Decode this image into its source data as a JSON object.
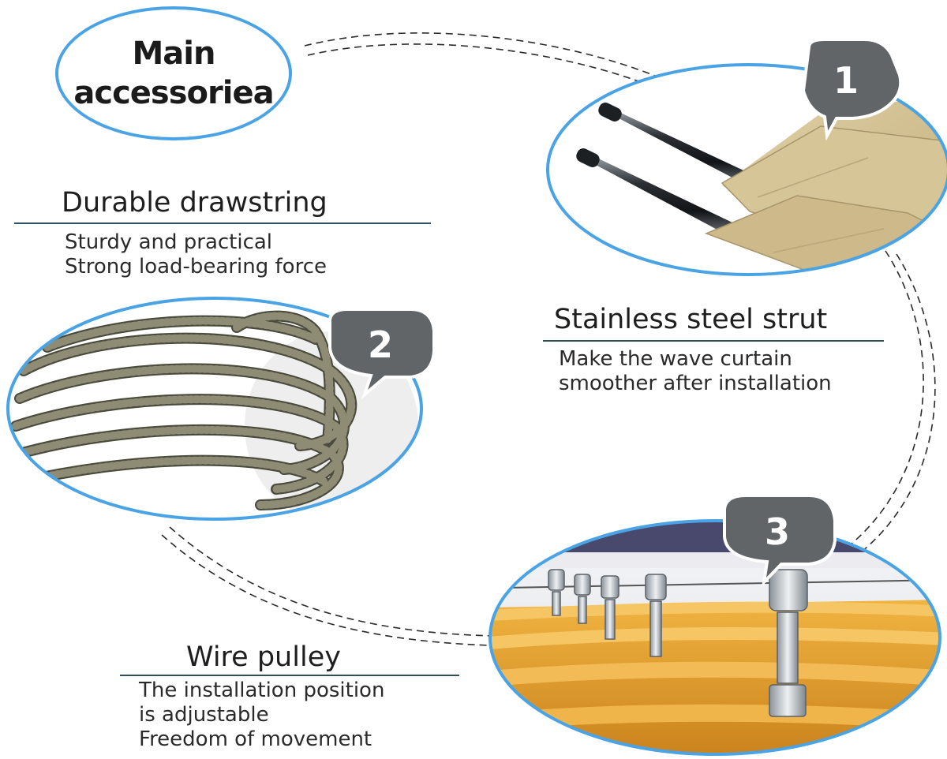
{
  "header": {
    "title_line1": "Main",
    "title_line2": "accessoriea"
  },
  "items": [
    {
      "number": "1",
      "title": "Stainless steel strut",
      "desc_line1": "Make the wave curtain",
      "desc_line2": "smoother after installation"
    },
    {
      "number": "2",
      "title": "Durable drawstring",
      "desc_line1": "Sturdy and practical",
      "desc_line2": "Strong load-bearing force"
    },
    {
      "number": "3",
      "title": "Wire pulley",
      "desc_line1": "The installation position",
      "desc_line2": "is adjustable",
      "desc_line3": "Freedom of movement"
    }
  ],
  "colors": {
    "ring": "#4aa3e4",
    "badge": "#616568",
    "rule": "#2c4f62",
    "curtain": "#cdbb8e",
    "rope": "#5f5e4e",
    "fabric_orange": "#e7a52c"
  },
  "icons": [
    "speech-bubble-badge",
    "steel-strut-photo",
    "rope-coil-photo",
    "pulley-photo"
  ]
}
